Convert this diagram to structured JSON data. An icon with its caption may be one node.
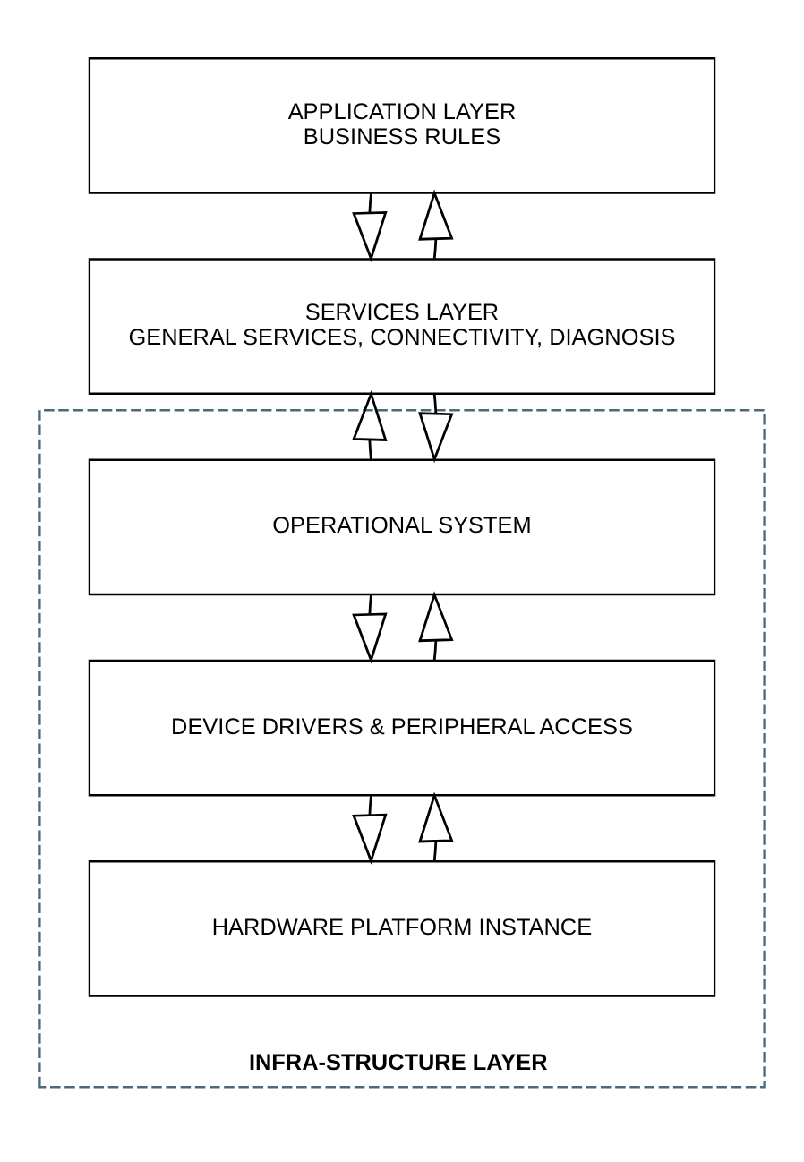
{
  "diagram": {
    "nodes": [
      {
        "text": [
          "APPLICATION LAYER",
          "BUSINESS RULES"
        ]
      },
      {
        "text": [
          "SERVICES LAYER",
          "GENERAL SERVICES, CONNECTIVITY, DIAGNOSIS"
        ]
      },
      {
        "text": [
          "INFRA-STRUCTURE LAYER"
        ]
      },
      {
        "text": [
          "OPERATIONAL SYSTEM"
        ],
        "in": 2
      },
      {
        "text": [
          "DEVICE DRIVERS & PERIPHERAL ACCESS"
        ],
        "in": 2
      },
      {
        "text": [
          "HARDWARE PLATFORM INSTANCE"
        ],
        "in": 2
      }
    ],
    "edges": [
      {
        "from": 0,
        "to": 1,
        "arrow": "to"
      },
      {
        "from": 1,
        "to": 0,
        "arrow": "to"
      },
      {
        "from": 1,
        "to": 3,
        "arrow": "to"
      },
      {
        "from": 3,
        "to": 1,
        "arrow": "to"
      },
      {
        "from": 3,
        "to": 4,
        "arrow": "to"
      },
      {
        "from": 4,
        "to": 3,
        "arrow": "to"
      },
      {
        "from": 4,
        "to": 5,
        "arrow": "to"
      },
      {
        "from": 5,
        "to": 4,
        "arrow": "to"
      }
    ]
  }
}
